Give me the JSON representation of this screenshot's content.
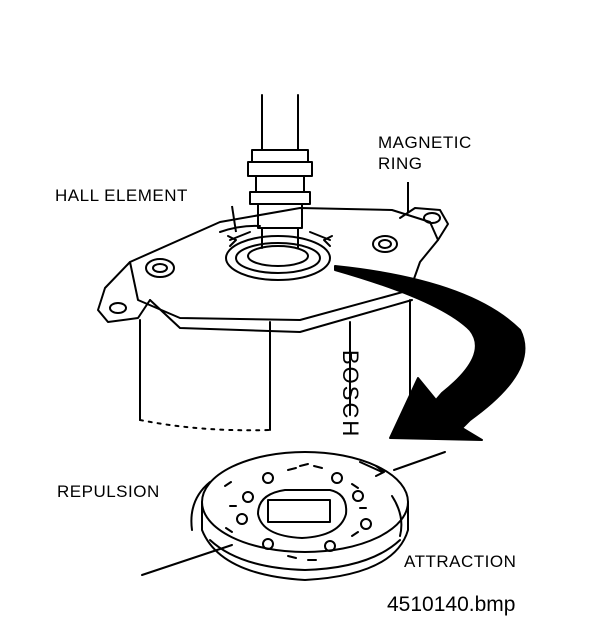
{
  "labels": {
    "magnetic_ring_line1": "MAGNETIC",
    "magnetic_ring_line2": "RING",
    "hall_element": "HALL ELEMENT",
    "brand": "BOSCH",
    "repulsion": "REPULSION",
    "attraction": "ATTRACTION"
  },
  "caption": "4510140.bmp",
  "colors": {
    "ink": "#000000",
    "paper": "#ffffff"
  }
}
